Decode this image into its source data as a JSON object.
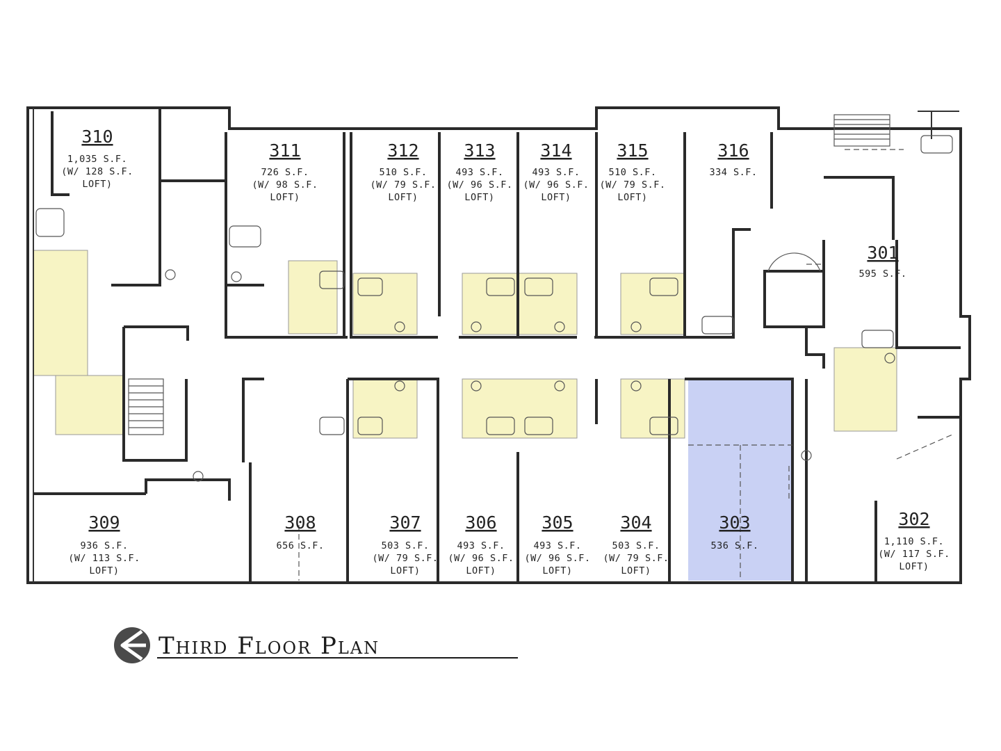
{
  "title": "Third Floor Plan",
  "colors": {
    "common_area": "#f7f4c4",
    "highlight_unit": "#c9d1f4",
    "wall": "#2a2a2a"
  },
  "units": [
    {
      "id": "310",
      "number": "310",
      "lines": [
        "1,035 S.F.",
        "(W/ 128 S.F.",
        "LOFT)"
      ]
    },
    {
      "id": "311",
      "number": "311",
      "lines": [
        "726 S.F.",
        "(W/ 98 S.F.",
        "LOFT)"
      ]
    },
    {
      "id": "312",
      "number": "312",
      "lines": [
        "510 S.F.",
        "(W/ 79 S.F.",
        "LOFT)"
      ]
    },
    {
      "id": "313",
      "number": "313",
      "lines": [
        "493 S.F.",
        "(W/ 96 S.F.",
        "LOFT)"
      ]
    },
    {
      "id": "314",
      "number": "314",
      "lines": [
        "493 S.F.",
        "(W/ 96 S.F.",
        "LOFT)"
      ]
    },
    {
      "id": "315",
      "number": "315",
      "lines": [
        "510 S.F.",
        "(W/ 79 S.F.",
        "LOFT)"
      ]
    },
    {
      "id": "316",
      "number": "316",
      "lines": [
        "334 S.F."
      ]
    },
    {
      "id": "301",
      "number": "301",
      "lines": [
        "595 S.F."
      ]
    },
    {
      "id": "309",
      "number": "309",
      "lines": [
        "936 S.F.",
        "(W/ 113 S.F.",
        "LOFT)"
      ]
    },
    {
      "id": "308",
      "number": "308",
      "lines": [
        "656 S.F."
      ]
    },
    {
      "id": "307",
      "number": "307",
      "lines": [
        "503 S.F.",
        "(W/ 79 S.F.",
        "LOFT)"
      ]
    },
    {
      "id": "306",
      "number": "306",
      "lines": [
        "493 S.F.",
        "(W/ 96 S.F.",
        "LOFT)"
      ]
    },
    {
      "id": "305",
      "number": "305",
      "lines": [
        "493 S.F.",
        "(W/ 96 S.F.",
        "LOFT)"
      ]
    },
    {
      "id": "304",
      "number": "304",
      "lines": [
        "503 S.F.",
        "(W/ 79 S.F.",
        "LOFT)"
      ]
    },
    {
      "id": "303",
      "number": "303",
      "lines": [
        "536 S.F."
      ]
    },
    {
      "id": "302",
      "number": "302",
      "lines": [
        "1,110 S.F.",
        "(W/ 117 S.F.",
        "LOFT)"
      ]
    }
  ]
}
